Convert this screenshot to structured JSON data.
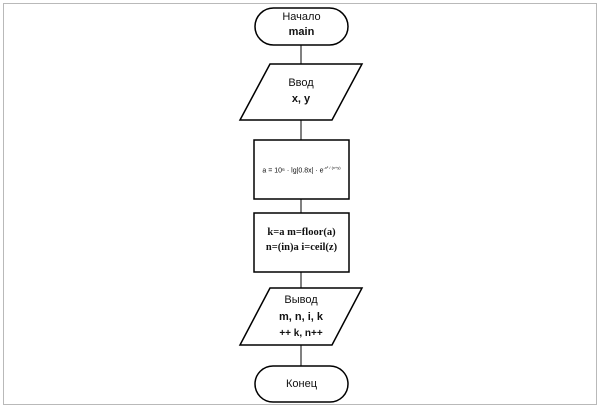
{
  "flowchart": {
    "start": {
      "line1": "Начало",
      "line2": "main"
    },
    "input": {
      "line1": "Ввод",
      "line2": "x, y"
    },
    "formula": {
      "text": "a = 10⁶ · lg|0.8x| · e",
      "exponent": "-x² / (x+y)"
    },
    "process": {
      "line1": "k=a m=floor(a)",
      "line2": "n=(in)a i=ceil(z)"
    },
    "output": {
      "line1": "Вывод",
      "line2": "m, n, i, k",
      "line3": "++ k, n++"
    },
    "end": {
      "line1": "Конец"
    }
  }
}
